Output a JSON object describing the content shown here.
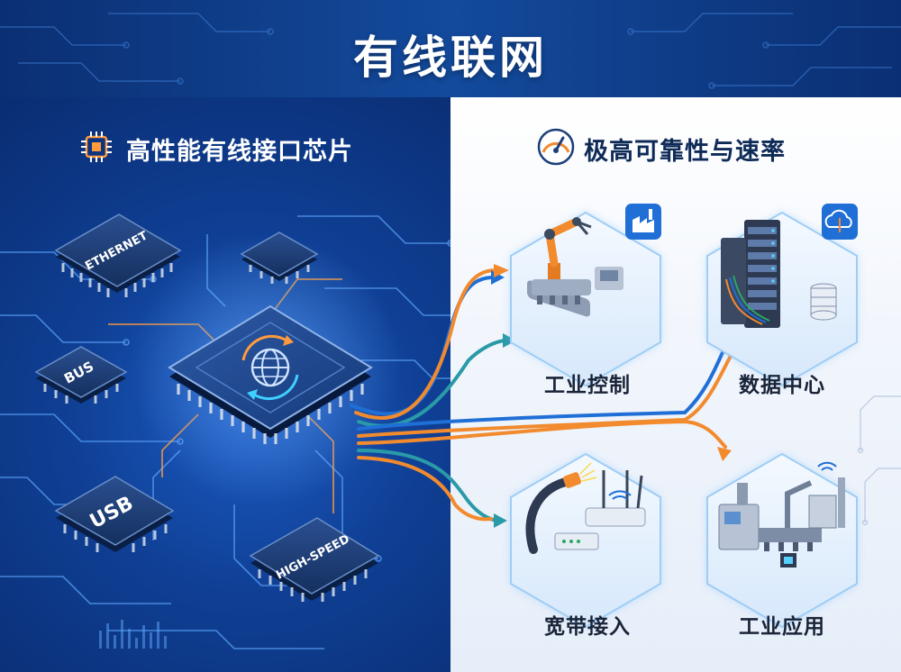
{
  "header": {
    "title": "有线联网"
  },
  "left": {
    "heading": "高性能有线接口芯片",
    "chips": [
      {
        "label": "ETHERNET"
      },
      {
        "label": "BUS"
      },
      {
        "label": "USB"
      },
      {
        "label": "HIGH-SPEED"
      }
    ]
  },
  "right": {
    "heading": "极高可靠性与速率",
    "features": [
      {
        "label": "工业控制",
        "icon": "robot-arm-conveyor-icon"
      },
      {
        "label": "数据中心",
        "icon": "server-rack-icon"
      },
      {
        "label": "宽带接入",
        "icon": "router-fiber-icon"
      },
      {
        "label": "工业应用",
        "icon": "factory-machine-icon"
      }
    ]
  },
  "colors": {
    "accent_blue": "#1f6fd6",
    "accent_orange": "#f28a2e",
    "accent_teal": "#2a9aa8",
    "dark_navy": "#0b2f73"
  }
}
